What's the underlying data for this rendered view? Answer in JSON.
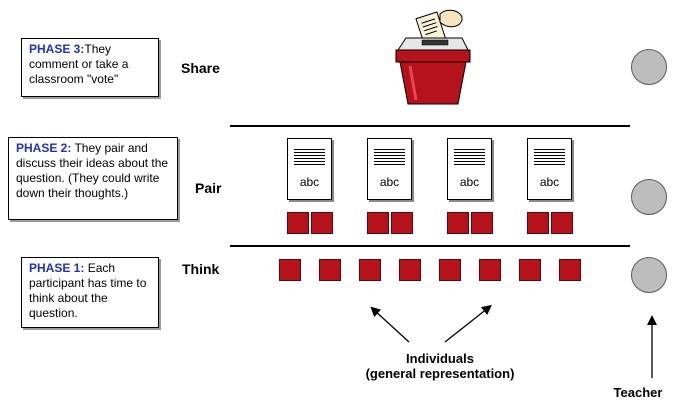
{
  "phases": [
    {
      "title": "PHASE 3:",
      "text": "They comment or take a classroom \"vote\""
    },
    {
      "title": "PHASE 2:",
      "text": " They pair and discuss their ideas about the question. (They could write down their thoughts.)"
    },
    {
      "title": "PHASE 1:",
      "text": "  Each participant has time to think about the question."
    }
  ],
  "rows": {
    "share": "Share",
    "pair": "Pair",
    "think": "Think"
  },
  "card_text": "abc",
  "individuals_label_1": "Individuals",
  "individuals_label_2": "(general representation)",
  "teacher_label": "Teacher",
  "colors": {
    "square": "#b5121b",
    "phase_title": "#1f2fd0",
    "circle": "#bdbdbd"
  }
}
